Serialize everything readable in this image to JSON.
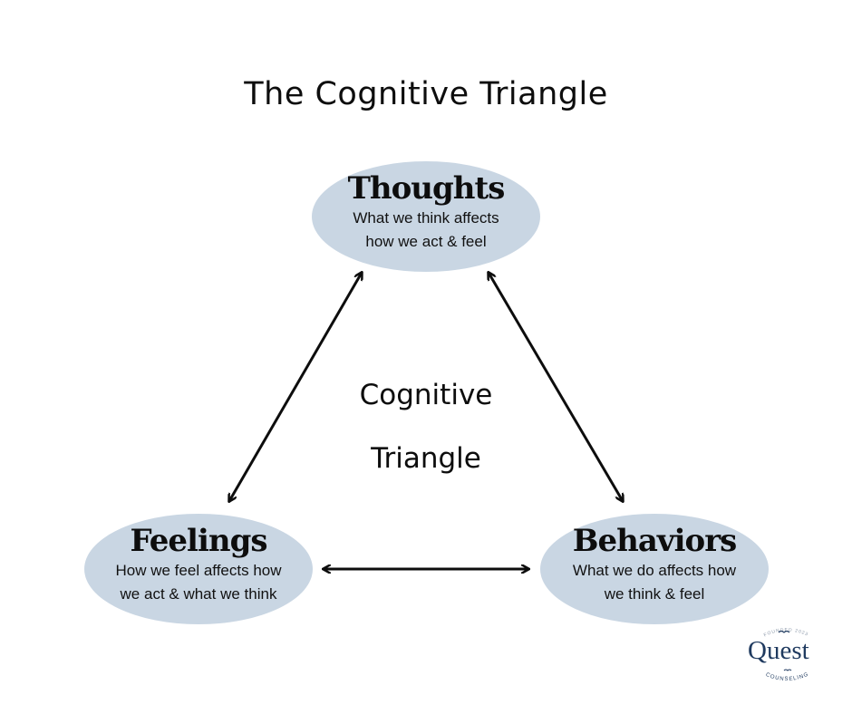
{
  "title": "The Cognitive Triangle",
  "center": {
    "line1": "Cognitive",
    "line2": "Triangle"
  },
  "nodes": {
    "thoughts": {
      "name": "Thoughts",
      "desc_line1": "What we think affects",
      "desc_line2": "how we act & feel"
    },
    "feelings": {
      "name": "Feelings",
      "desc_line1": "How we feel affects how",
      "desc_line2": "we act & what we think"
    },
    "behaviors": {
      "name": "Behaviors",
      "desc_line1": "What we do affects how",
      "desc_line2": "we think & feel"
    }
  },
  "logo": {
    "name": "Quest",
    "tagline": "COUNSELING",
    "established": "FOUNDED 2023"
  },
  "colors": {
    "node_fill": "#c9d6e3",
    "text": "#0d0d0d",
    "logo": "#1f3a5f"
  },
  "edges": [
    {
      "from": "thoughts",
      "to": "feelings",
      "direction": "both"
    },
    {
      "from": "thoughts",
      "to": "behaviors",
      "direction": "both"
    },
    {
      "from": "feelings",
      "to": "behaviors",
      "direction": "both"
    }
  ]
}
